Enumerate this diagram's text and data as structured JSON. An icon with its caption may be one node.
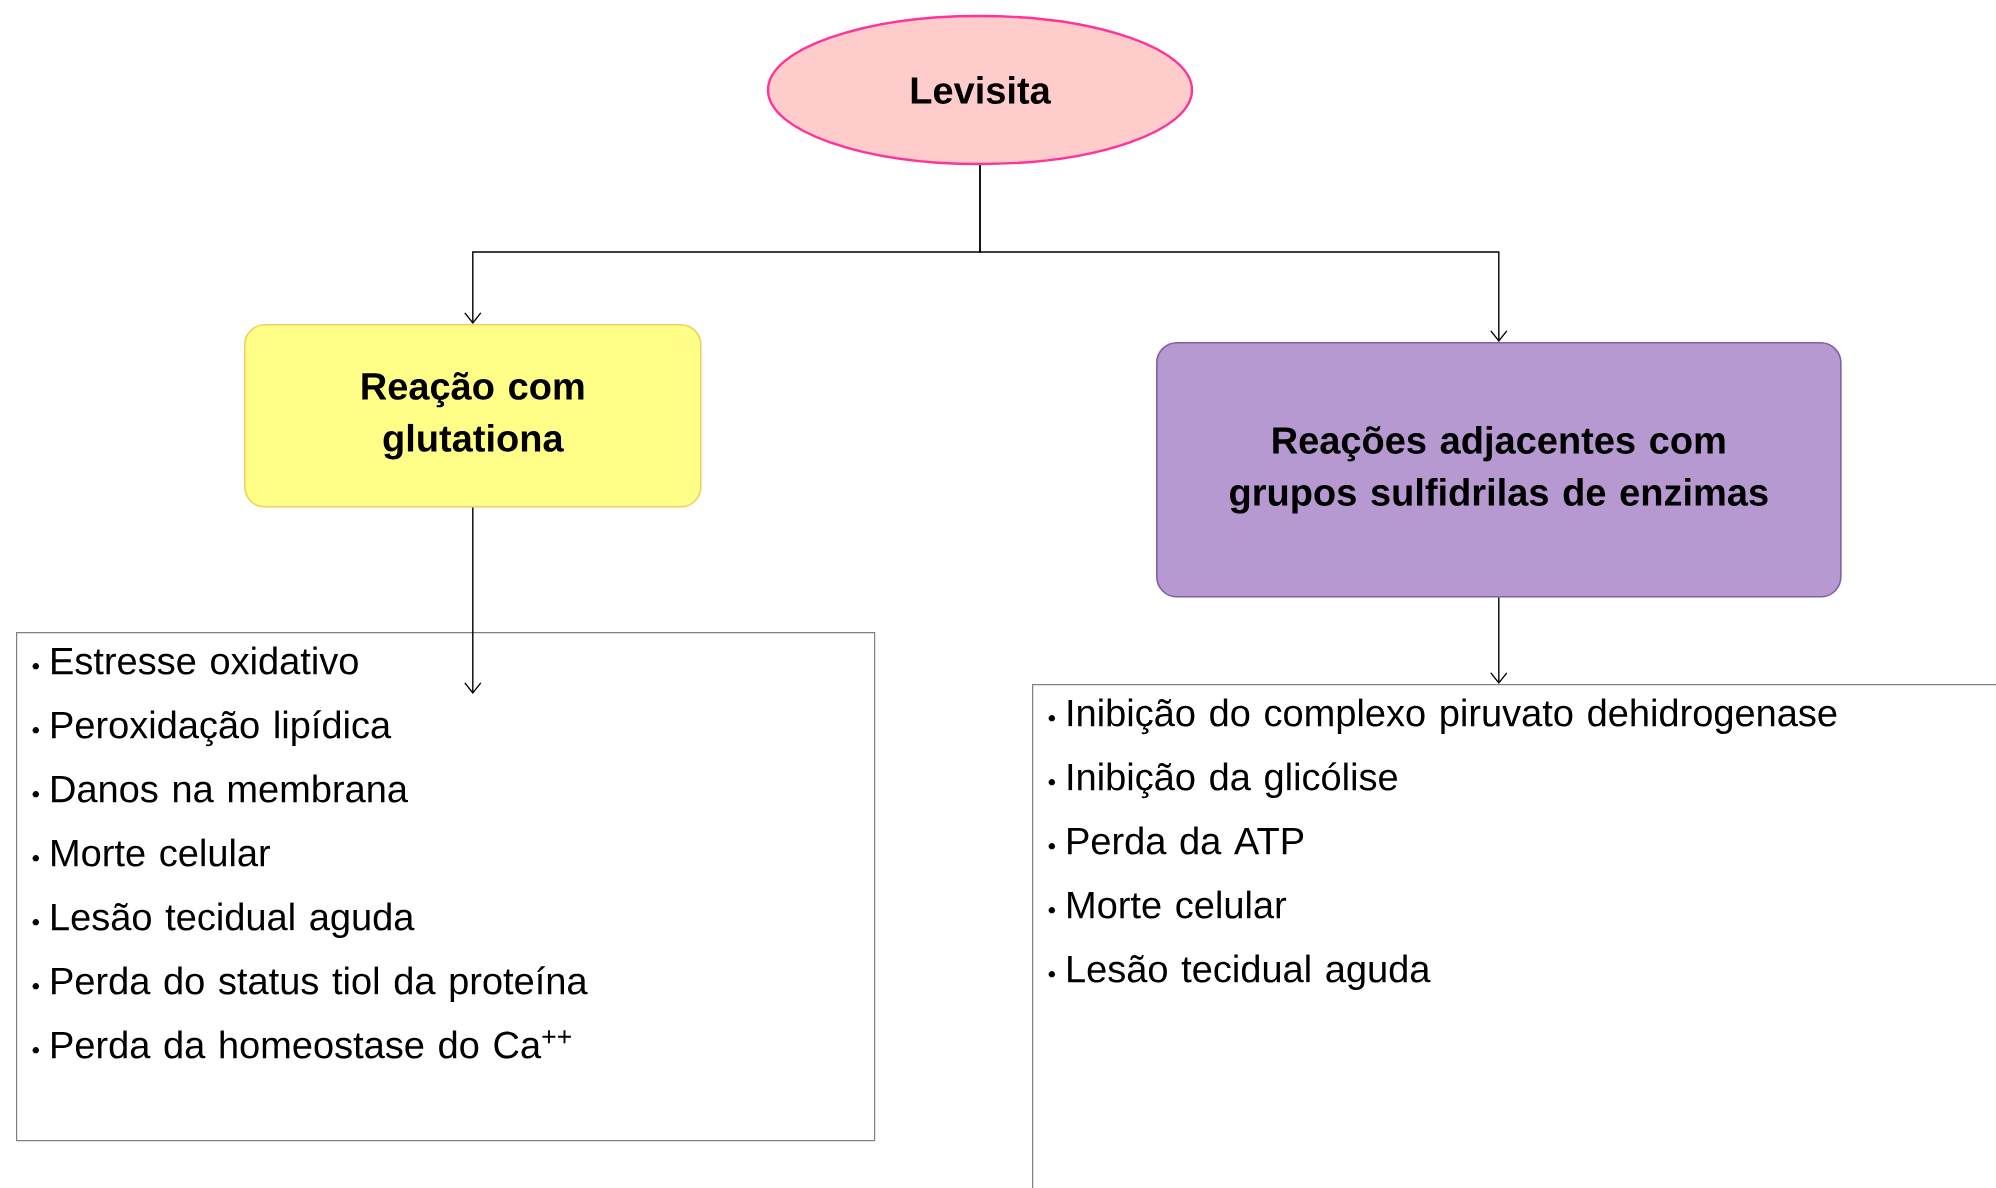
{
  "diagram": {
    "nodes": [
      {
        "text": [
          "Levisita"
        ]
      },
      {
        "text": [
          "Reação com glutationa"
        ]
      },
      {
        "text": [
          "Reações adjacentes com grupos sulfidrilas de enzimas"
        ]
      },
      {
        "text": [
          "Estresse oxidativo",
          "Peroxidação lipídica",
          "Danos na membrana",
          "Morte celular",
          "Lesão tecidual aguda",
          "Perda do status tiol da proteína",
          "Perda da homeostase do Ca$^{++}$"
        ]
      },
      {
        "text": [
          "Inibição do complexo piruvato dehidrogenase",
          "Inibição da glicólise",
          "Perda da ATP",
          "Morte celular",
          "Lesão tecidual aguda"
        ]
      }
    ],
    "edges": [
      {
        "from": 0,
        "to": 1,
        "arrow": "to"
      },
      {
        "from": 0,
        "to": 2,
        "arrow": "to"
      },
      {
        "from": 1,
        "to": 3,
        "arrow": "to"
      },
      {
        "from": 2,
        "to": 4,
        "arrow": "to"
      }
    ]
  }
}
